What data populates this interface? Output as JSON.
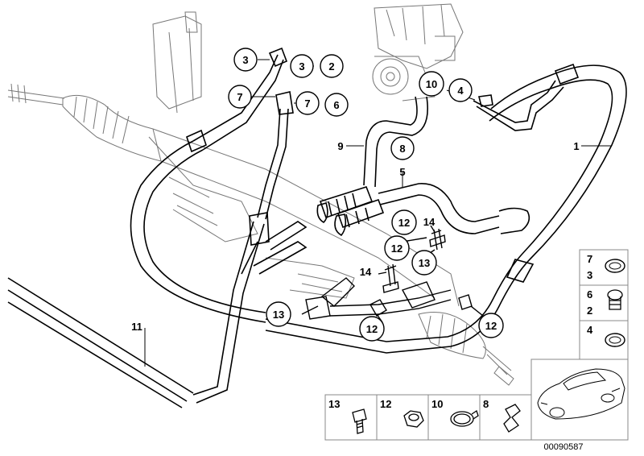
{
  "callouts": {
    "c1": "1",
    "c2": "2",
    "c3a": "3",
    "c3b": "3",
    "c4": "4",
    "c5": "5",
    "c6": "6",
    "c7a": "7",
    "c7b": "7",
    "c8": "8",
    "c9": "9",
    "c10": "10",
    "c11": "11",
    "c12a": "12",
    "c12b": "12",
    "c12c": "12",
    "c12d": "12",
    "c13a": "13",
    "c13b": "13",
    "c14a": "14",
    "c14b": "14"
  },
  "side_legend": {
    "r7": "7",
    "r3": "3",
    "r6": "6",
    "r2": "2",
    "r4": "4"
  },
  "parts_legend": {
    "p13": "13",
    "p12": "12",
    "p10": "10",
    "p8": "8"
  },
  "catalog_number": "00090587",
  "colors": {
    "line": "#000000",
    "background": "#ffffff",
    "frame": "#888888"
  }
}
